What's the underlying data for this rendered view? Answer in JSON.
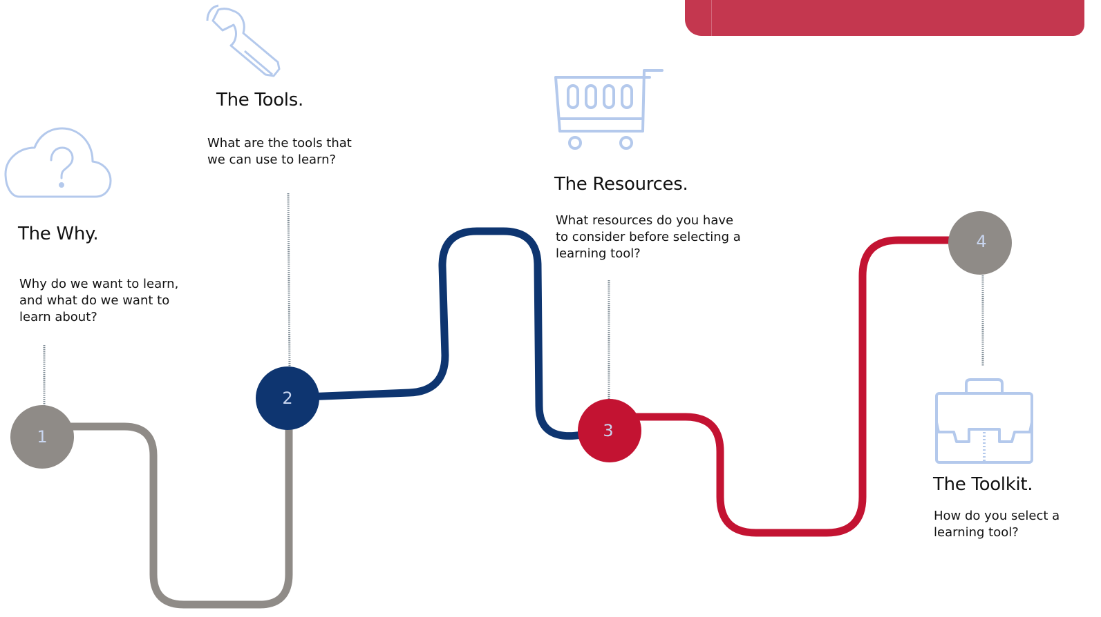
{
  "colors": {
    "gray": "#8f8b87",
    "navy": "#0e3570",
    "red": "#c31332",
    "banner": "#c4374f",
    "icon": "#b4c9ec",
    "stem": "#7f8c96"
  },
  "steps": [
    {
      "number": "1",
      "title": "The Why.",
      "description": [
        "Why do we want to learn,",
        "and what do we want to",
        "learn about?"
      ],
      "icon": "cloud-question-icon"
    },
    {
      "number": "2",
      "title": "The Tools.",
      "description": [
        "What are the tools that",
        "we can use to learn?"
      ],
      "icon": "wrench-icon"
    },
    {
      "number": "3",
      "title": "The Resources.",
      "description": [
        "What resources do you have",
        "to consider before selecting a",
        "learning tool?"
      ],
      "icon": "shopping-cart-icon"
    },
    {
      "number": "4",
      "title": "The Toolkit.",
      "description": [
        "How do you select a",
        "learning tool?"
      ],
      "icon": "briefcase-icon"
    }
  ]
}
